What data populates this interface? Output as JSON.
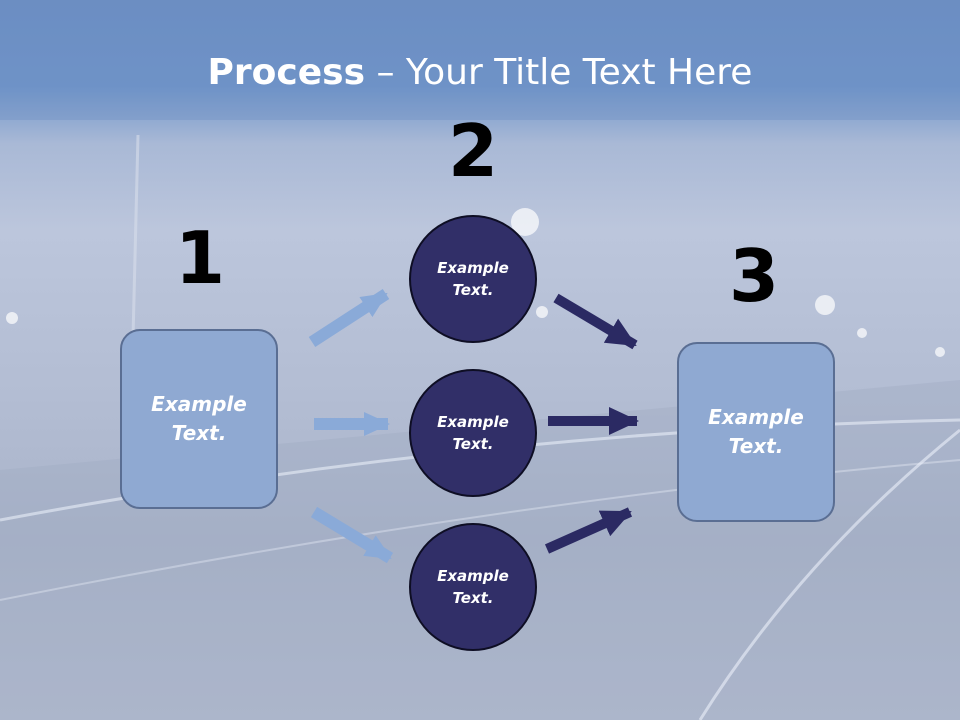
{
  "title": {
    "bold": "Process",
    "rest": " – Your Title Text Here"
  },
  "numbers": {
    "step1": "1",
    "step2": "2",
    "step3": "3"
  },
  "boxes": {
    "left": "Example\nText.",
    "right": "Example\nText."
  },
  "circles": {
    "top": "Example\nText.",
    "middle": "Example\nText.",
    "bottom": "Example\nText."
  },
  "colors": {
    "box_fill": "#8fa9d2",
    "circle_fill": "#312f68",
    "light_arrow": "#8aaad8",
    "dark_arrow": "#2b2a63"
  }
}
